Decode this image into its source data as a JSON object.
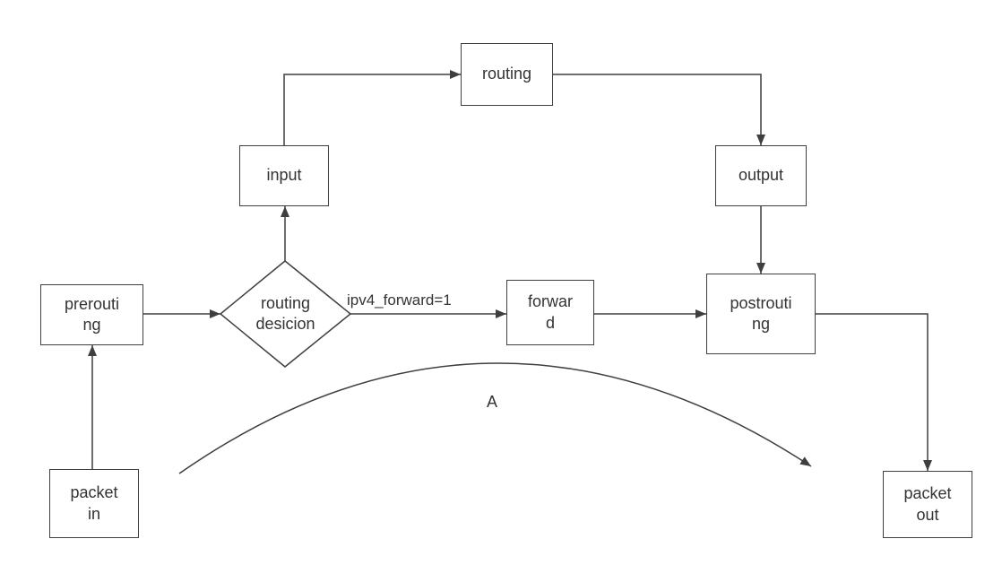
{
  "diagram": {
    "nodes": {
      "packet_in": {
        "label": "packet\nin"
      },
      "prerouting": {
        "label": "prerouti\nng"
      },
      "routing_decision": {
        "label": "routing\ndesicion"
      },
      "input": {
        "label": "input"
      },
      "routing": {
        "label": "routing"
      },
      "output": {
        "label": "output"
      },
      "forward": {
        "label": "forwar\nd"
      },
      "postrouting": {
        "label": "postrouti\nng"
      },
      "packet_out": {
        "label": "packet\nout"
      }
    },
    "edge_labels": {
      "ipv4_forward": "ipv4_forward=1",
      "arc": "A"
    },
    "colors": {
      "line": "#3f3f3f",
      "text": "#333333",
      "background": "#ffffff"
    }
  }
}
